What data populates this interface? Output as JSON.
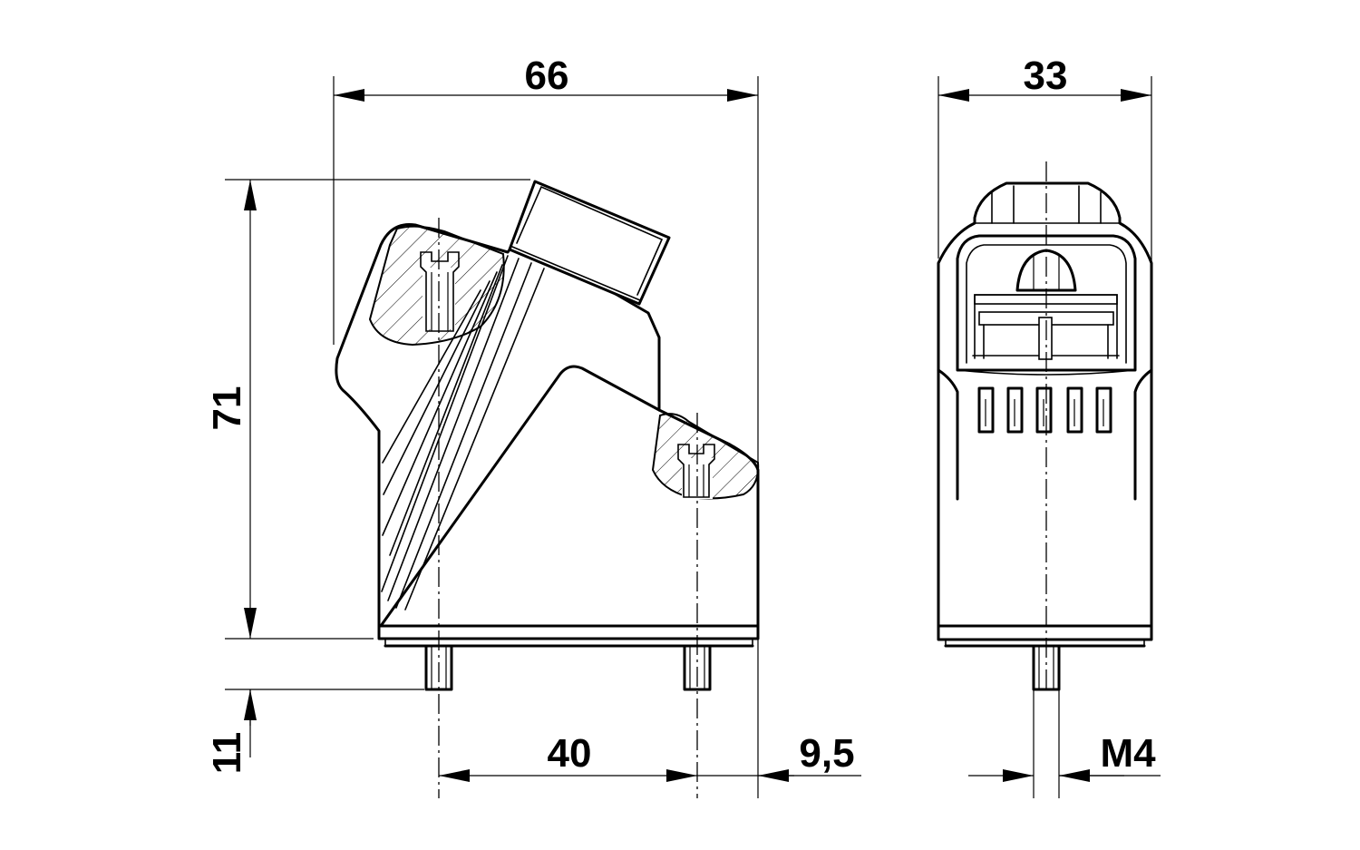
{
  "drawing": {
    "dimensions": {
      "overall_width": "66",
      "overall_height": "71",
      "pin_length": "11",
      "pin_spacing": "40",
      "pin_edge_offset": "9,5",
      "side_width": "33",
      "thread": "M4"
    },
    "colors": {
      "line": "#000000",
      "background": "#ffffff"
    }
  }
}
